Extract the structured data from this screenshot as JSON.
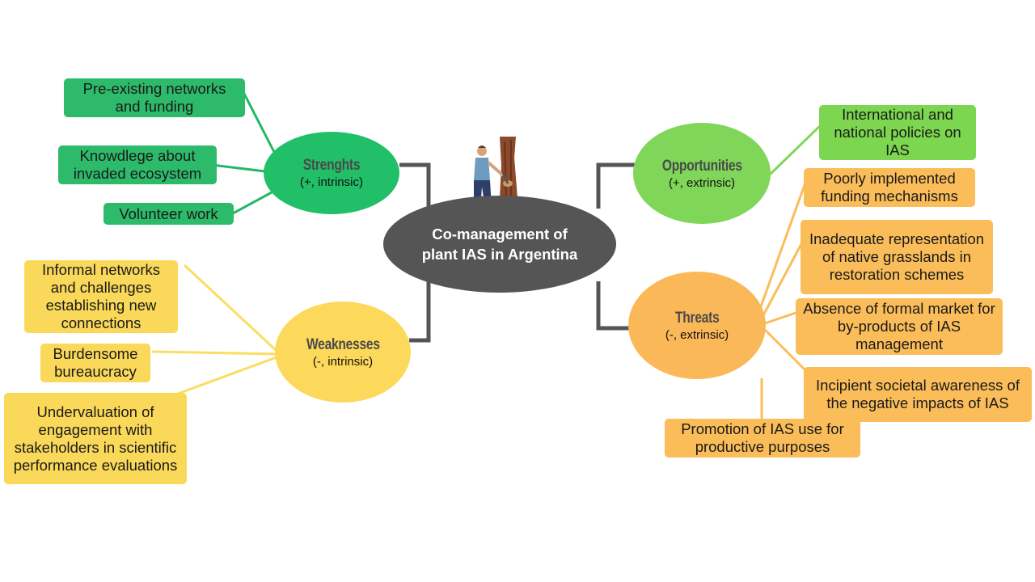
{
  "center": {
    "line1": "Co-management of",
    "line2": "plant IAS in Argentina"
  },
  "nodes": {
    "strengths": {
      "title": "Strenghts",
      "subtitle": "(+, intrinsic)",
      "color": "#21bf67",
      "items": [
        "Pre-existing networks and funding",
        "Knowdlege about invaded ecosystem",
        "Volunteer work"
      ]
    },
    "weaknesses": {
      "title": "Weaknesses",
      "subtitle": "(-, intrinsic)",
      "color": "#fcd95a",
      "items": [
        "Informal networks and challenges establishing new connections",
        "Burdensome bureaucracy",
        "Undervaluation of engagement with stakeholders in scientific performance evaluations"
      ]
    },
    "opportunities": {
      "title": "Opportunities",
      "subtitle": "(+, extrinsic)",
      "color": "#7fd658",
      "items": [
        "International and national policies on IAS"
      ]
    },
    "threats": {
      "title": "Threats",
      "subtitle": "(-, extrinsic)",
      "color": "#fbb858",
      "items": [
        "Poorly implemented funding mechanisms",
        "Inadequate representation of native grasslands in restoration schemes",
        "Absence of formal market for by-products of IAS management",
        "Incipient societal awareness of the negative impacts of IAS",
        "Promotion of IAS use for productive purposes"
      ]
    }
  },
  "illustration": {
    "icon": "man-cutting-tree-illustration"
  }
}
